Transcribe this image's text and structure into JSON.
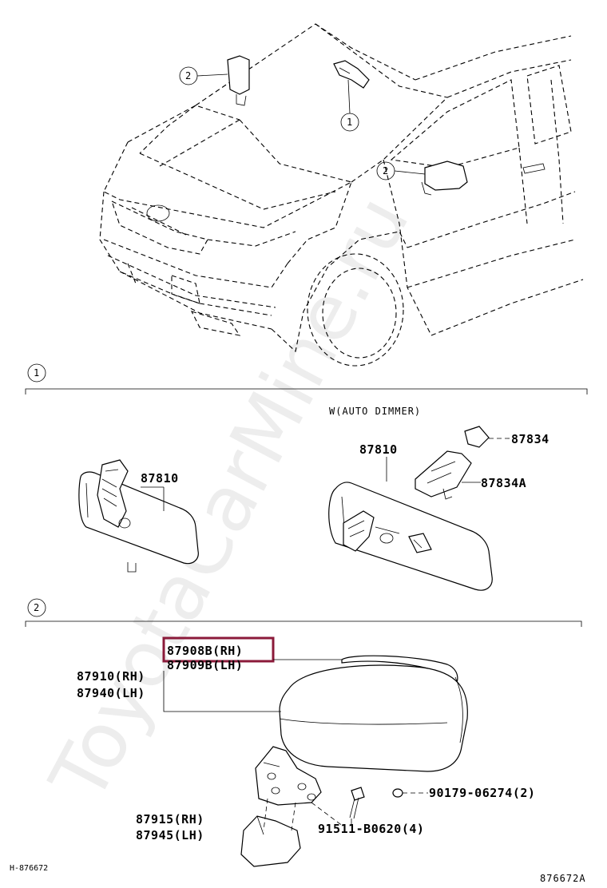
{
  "watermark": "ToyotaCarMine.ru",
  "overview": {
    "callouts": [
      "2",
      "1",
      "2"
    ]
  },
  "section1": {
    "number": "1",
    "variant_note": "W(AUTO DIMMER)",
    "left_label": "87810",
    "right_label": "87810",
    "cover_label": "87834",
    "bracket_label": "87834A"
  },
  "section2": {
    "number": "2",
    "highlight_label": "87908B(RH)",
    "highlight_label_lh": "87909B(LH)",
    "assembly_rh": "87910(RH)",
    "assembly_lh": "87940(LH)",
    "screw_label": "90179-06274(2)",
    "bolt_label": "91511-B0620(4)",
    "cover_rh": "87915(RH)",
    "cover_lh": "87945(LH)",
    "highlight_color": "#8b1a3a"
  },
  "footer": {
    "left_code": "H-876672",
    "right_code": "876672A"
  }
}
